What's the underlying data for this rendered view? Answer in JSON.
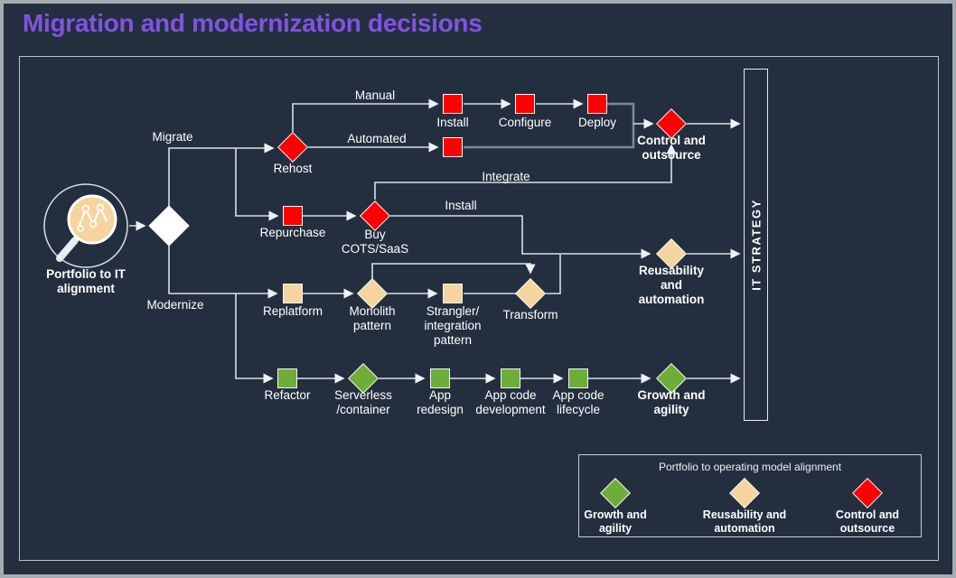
{
  "title": "Migration and modernization decisions",
  "colors": {
    "background": "#232f3e",
    "title_purple": "#8252e4",
    "line": "#d9dfe5",
    "control_red": "#ff0000",
    "reusability_tan": "#f6d49e",
    "growth_green": "#6ead3a",
    "decision_white": "#ffffff"
  },
  "icons": {
    "start": "portfolio-analysis-magnifier-icon"
  },
  "flow": {
    "start_label": "Portfolio to IT alignment",
    "migrate": "Migrate",
    "modernize": "Modernize",
    "manual": "Manual",
    "automated": "Automated",
    "integrate": "Integrate",
    "install_edge": "Install",
    "rehost": "Rehost",
    "install": "Install",
    "configure": "Configure",
    "deploy": "Deploy",
    "control_outsource": "Control and outsource",
    "repurchase": "Repurchase",
    "buy_cots_saas": "Buy COTS/SaaS",
    "replatform": "Replatform",
    "monolith_pattern": "Monolith pattern",
    "strangler_pattern": "Strangler/ integration pattern",
    "transform": "Transform",
    "reusability_automation": "Reusability and automation",
    "refactor": "Refactor",
    "serverless_container": "Serverless /container",
    "app_redesign": "App redesign",
    "app_code_development": "App code development",
    "app_code_lifecycle": "App code lifecycle",
    "growth_agility": "Growth and agility",
    "it_strategy": "IT STRATEGY"
  },
  "legend": {
    "title": "Portfolio to operating model alignment",
    "items": [
      {
        "label": "Growth and agility",
        "color": "#6ead3a"
      },
      {
        "label": "Reusability and automation",
        "color": "#f6d49e"
      },
      {
        "label": "Control and outsource",
        "color": "#ff0000"
      }
    ]
  }
}
